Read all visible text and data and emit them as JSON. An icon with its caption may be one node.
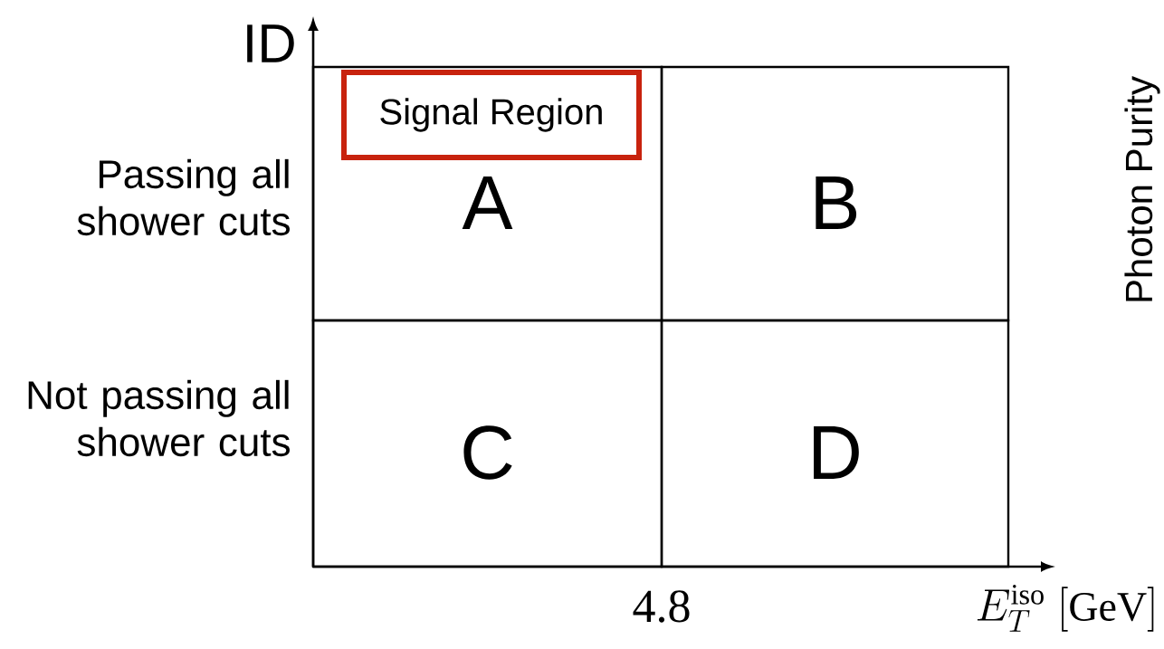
{
  "diagram": {
    "nodes": [
      {
        "text": [
          "A"
        ]
      },
      {
        "text": [
          "Signal Region"
        ],
        "in": 0
      },
      {
        "text": [
          "B"
        ]
      },
      {
        "text": [
          "C"
        ]
      },
      {
        "text": [
          "D"
        ]
      }
    ],
    "labels": [
      "ID",
      "Passing all shower cuts",
      "Not passing all shower cuts",
      "4.8",
      "E_T^{\\mathrm{iso}}\\ [\\mathrm{GeV}]",
      "Photon Purity"
    ]
  }
}
